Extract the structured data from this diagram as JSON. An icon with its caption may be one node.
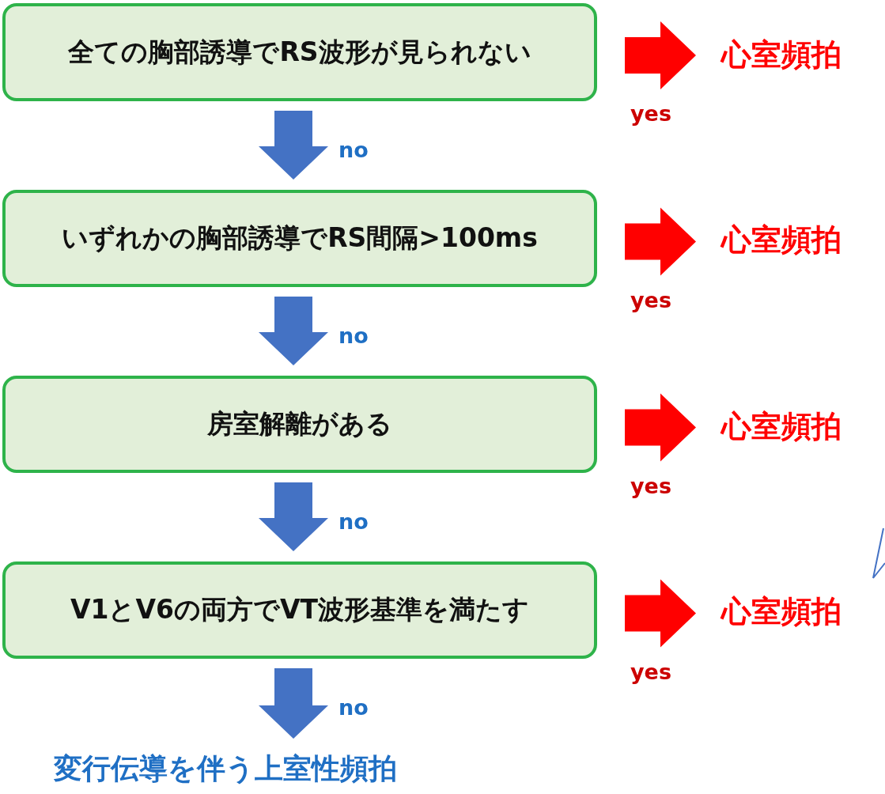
{
  "diagram": {
    "nodes": [
      {
        "text": [
          "全ての胸部誘導でRS波形が見られない"
        ]
      },
      {
        "text": [
          "いずれかの胸部誘導でRS間隔>100ms"
        ]
      },
      {
        "text": [
          "房室解離がある"
        ]
      },
      {
        "text": [
          "V1とV6の両方でVT波形基準を満たす"
        ]
      },
      {
        "text": [
          "心室頻拍"
        ]
      },
      {
        "text": [
          "心室頻拍"
        ]
      },
      {
        "text": [
          "心室頻拍"
        ]
      },
      {
        "text": [
          "心室頻拍"
        ]
      },
      {
        "text": [
          "変行伝導を伴う上室性頻拍"
        ]
      }
    ],
    "edges": [
      {
        "from": 0,
        "to": 4,
        "arrow": "to",
        "label": "yes",
        "color": "#ff0000"
      },
      {
        "from": 0,
        "to": 1,
        "arrow": "to",
        "label": "no",
        "color": "#4472c4"
      },
      {
        "from": 1,
        "to": 5,
        "arrow": "to",
        "label": "yes",
        "color": "#ff0000"
      },
      {
        "from": 1,
        "to": 2,
        "arrow": "to",
        "label": "no",
        "color": "#4472c4"
      },
      {
        "from": 2,
        "to": 6,
        "arrow": "to",
        "label": "yes",
        "color": "#ff0000"
      },
      {
        "from": 2,
        "to": 3,
        "arrow": "to",
        "label": "no",
        "color": "#4472c4"
      },
      {
        "from": 3,
        "to": 7,
        "arrow": "to",
        "label": "yes",
        "color": "#ff0000"
      },
      {
        "from": 3,
        "to": 8,
        "arrow": "to",
        "label": "no",
        "color": "#4472c4"
      }
    ]
  }
}
